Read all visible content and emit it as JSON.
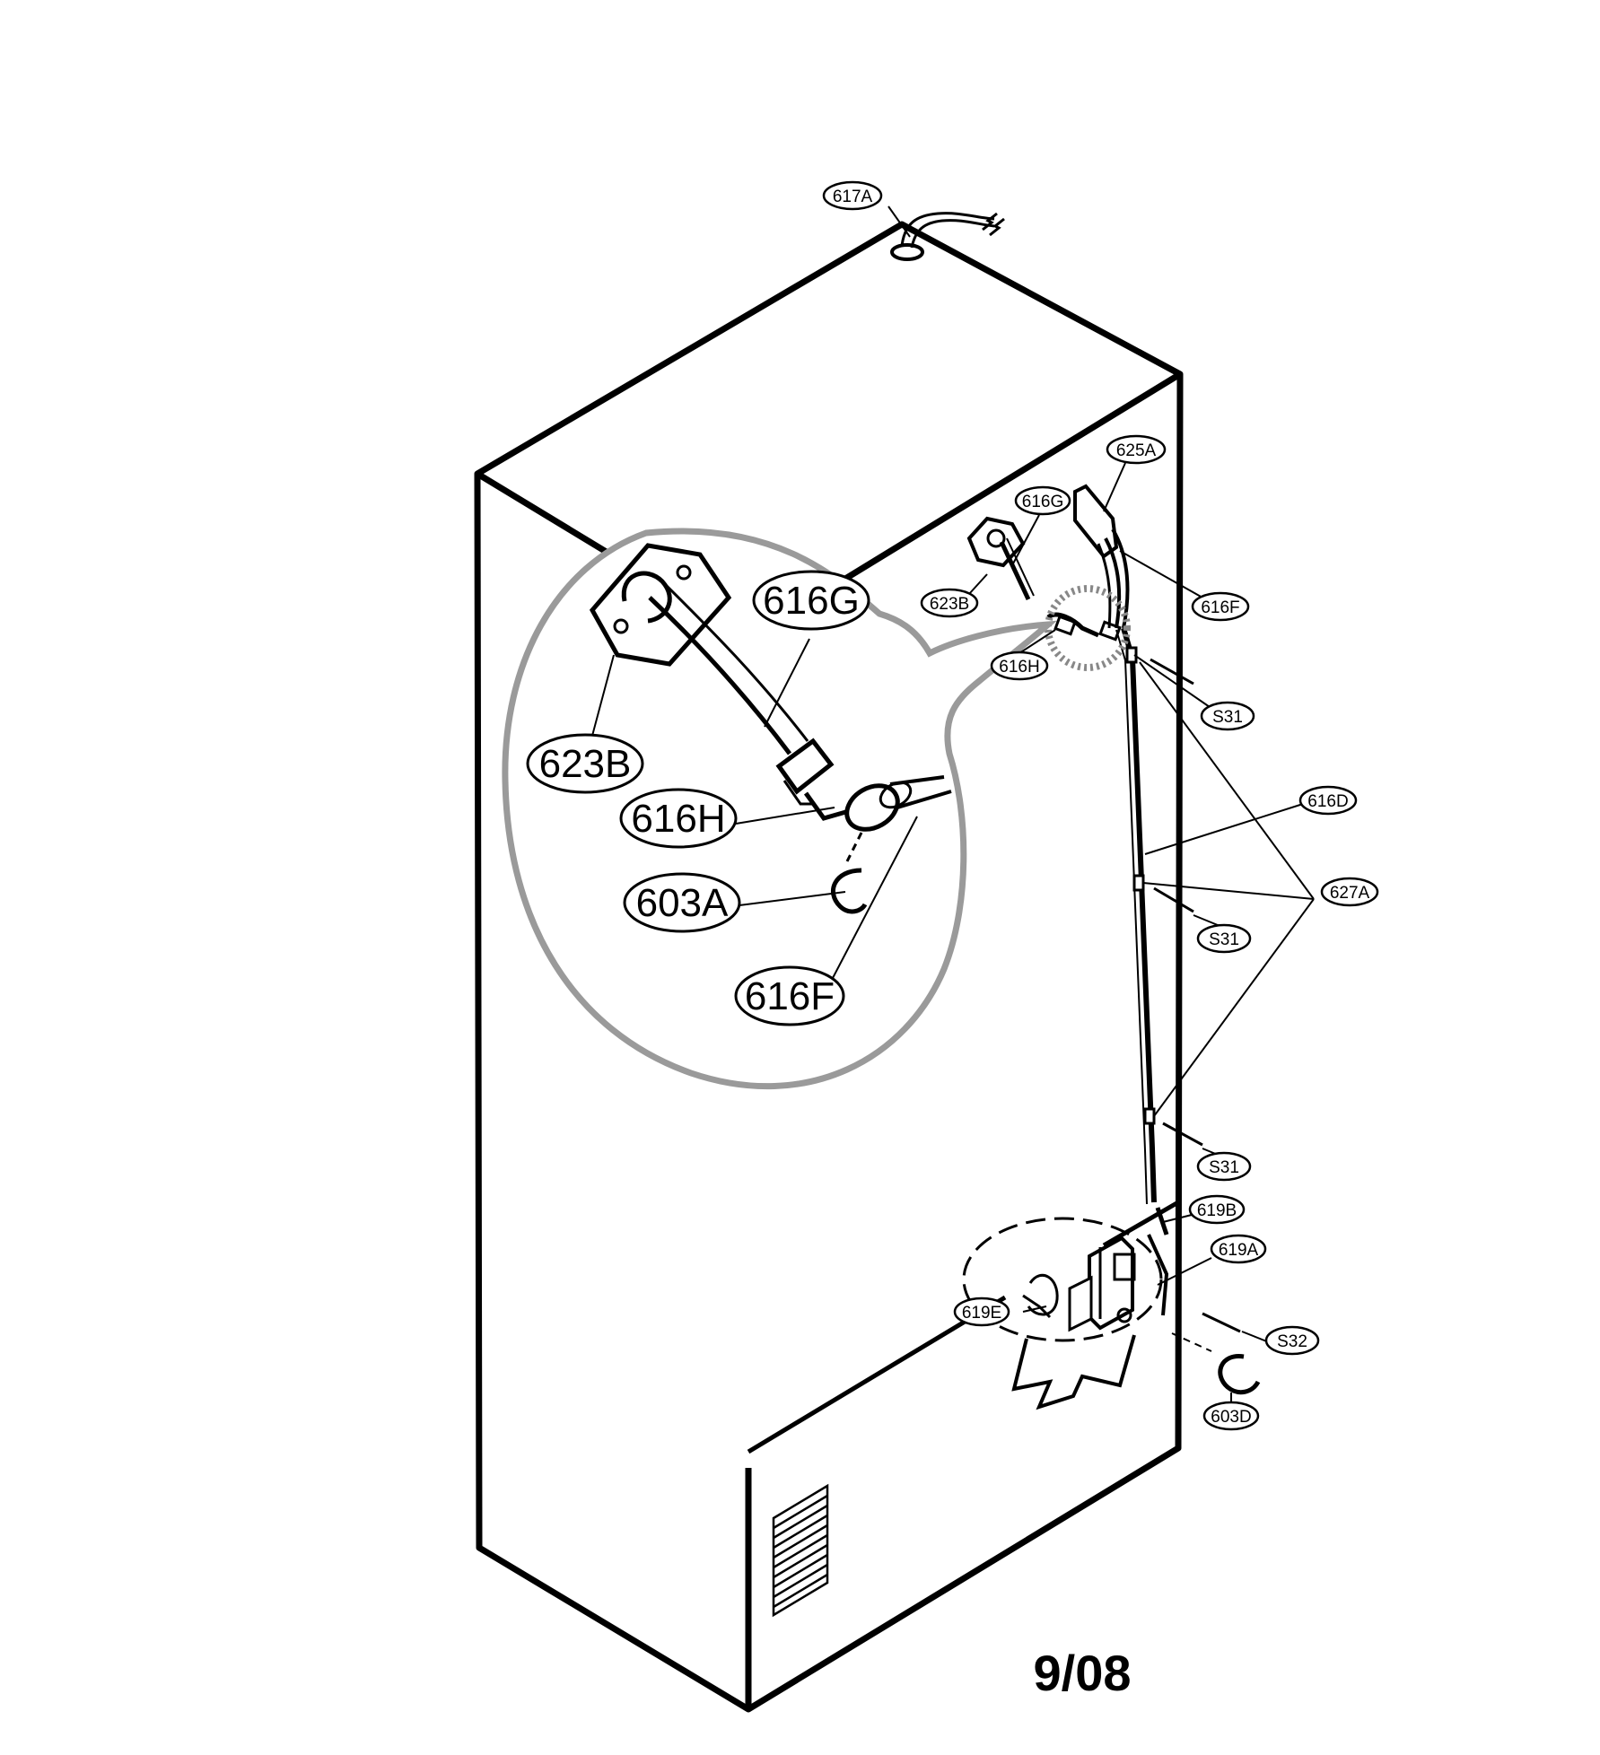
{
  "diagram": {
    "date_code": "9/08",
    "labels": {
      "l617A": "617A",
      "l625A": "625A",
      "l616G_small": "616G",
      "l623B_small": "623B",
      "l616F_small": "616F",
      "l616H_small": "616H",
      "lS31_top": "S31",
      "l616D": "616D",
      "l627A": "627A",
      "lS31_mid": "S31",
      "lS31_low": "S31",
      "l619B": "619B",
      "l619A": "619A",
      "l619E": "619E",
      "lS32": "S32",
      "l603D": "603D",
      "l616G_big": "616G",
      "l623B_big": "623B",
      "l616H_big": "616H",
      "l603A_big": "603A",
      "l616F_big": "616F"
    }
  }
}
